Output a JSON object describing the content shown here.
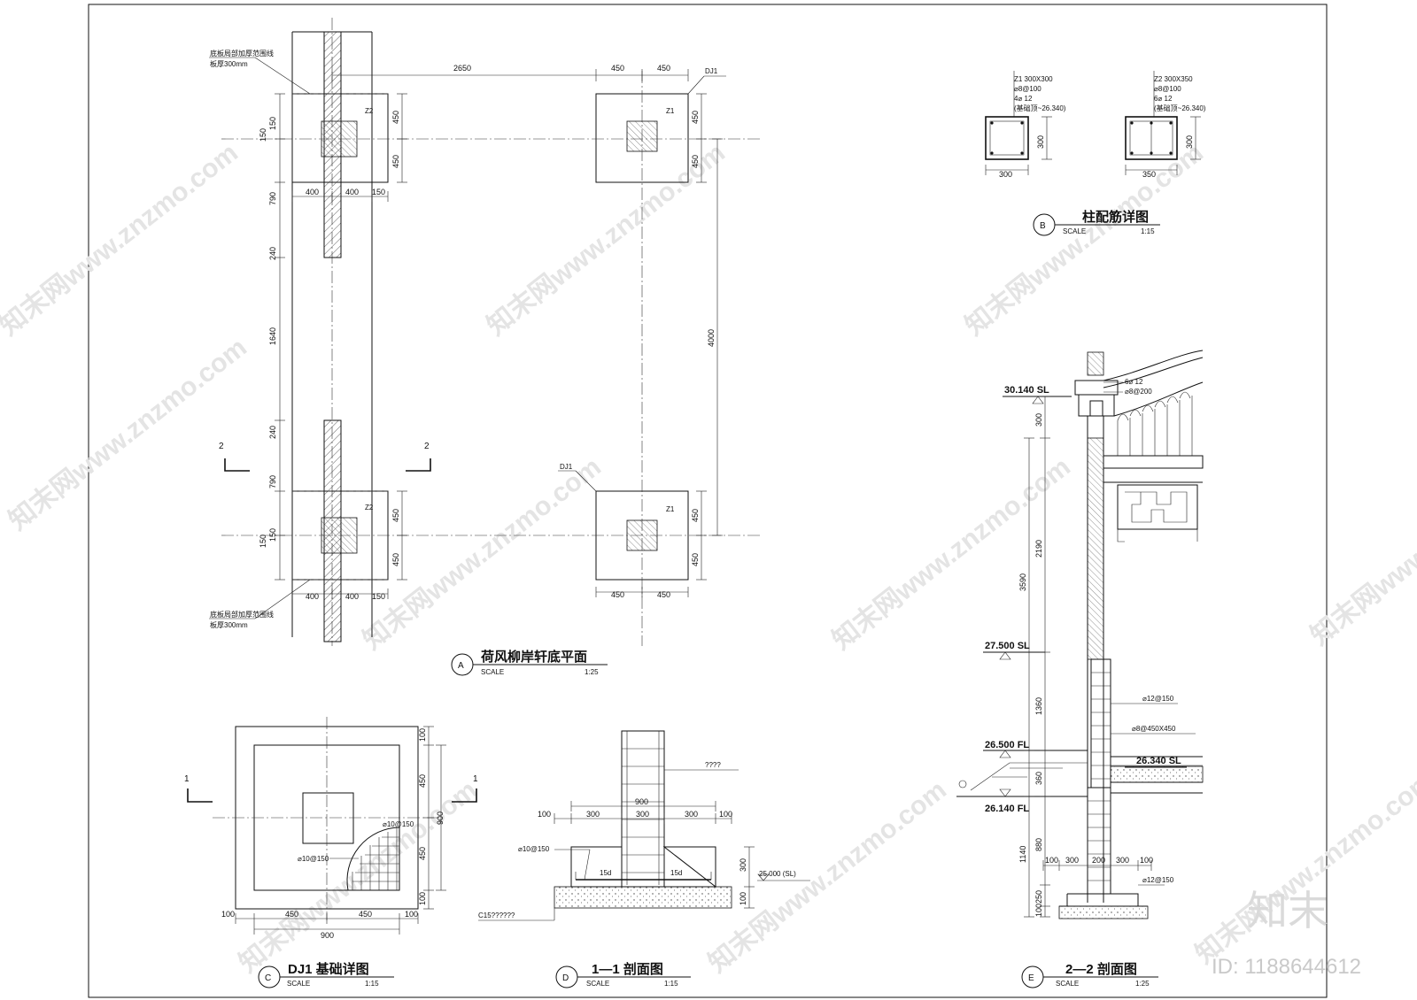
{
  "watermark": {
    "text": "知末网www.znzmo.com",
    "brand": "知末",
    "id_label": "ID: 1188644612"
  },
  "plan_a": {
    "marker": "A",
    "title": "荷风柳岸轩底平面",
    "scale_word": "SCALE",
    "scale": "1:25",
    "note_top_1": "底板局部加厚范围线",
    "note_top_2": "板厚300mm",
    "note_bottom_1": "底板局部加厚范围线",
    "note_bottom_2": "板厚300mm",
    "dj1": "DJ1",
    "z1": "Z1",
    "z2": "Z2",
    "cut": "2",
    "d_2650": "2650",
    "d_450": "450",
    "d_400": "400",
    "d_150": "150",
    "d_790": "790",
    "d_240": "240",
    "d_1640": "1640",
    "d_4000": "4000"
  },
  "detail_b": {
    "marker": "B",
    "title": "柱配筋详图",
    "scale_word": "SCALE",
    "scale": "1:15",
    "z1_head": "Z1  300X300",
    "z1_l1": "⌀8@100",
    "z1_l2": "4⌀  12",
    "z1_l3": "(基础顶~26.340)",
    "z2_head": "Z2  300X350",
    "z2_l1": "⌀8@100",
    "z2_l2": "6⌀  12",
    "z2_l3": "(基础顶~26.340)",
    "d_300": "300",
    "d_350": "350"
  },
  "detail_c": {
    "marker": "C",
    "title": "DJ1 基础详图",
    "scale_word": "SCALE",
    "scale": "1:15",
    "rebar_a": "⌀10@150",
    "rebar_b": "⌀10@150",
    "cut": "1",
    "d_100": "100",
    "d_450": "450",
    "d_900": "900"
  },
  "detail_d": {
    "marker": "D",
    "title": "1—1 剖面图",
    "scale_word": "SCALE",
    "scale": "1:15",
    "note_q": "????",
    "rebar": "⌀10@150",
    "anchor": "15d",
    "level": "25.000 (SL)",
    "cushion": "C15??????",
    "d_100": "100",
    "d_300": "300",
    "d_900": "900"
  },
  "section_e": {
    "marker": "E",
    "title": "2—2 剖面图",
    "scale_word": "SCALE",
    "scale": "1:25",
    "lvl_30140": "30.140 SL",
    "lvl_27500": "27.500 SL",
    "lvl_26500": "26.500 FL",
    "lvl_26340": "26.340 SL",
    "lvl_26140": "26.140 FL",
    "rebar_top_1": "6⌀  12",
    "rebar_top_2": "⌀8@200",
    "rebar_mid_1": "⌀12@150",
    "rebar_mid_2": "⌀8@450X450",
    "rebar_bot": "⌀12@150",
    "d_300": "300",
    "d_2190": "2190",
    "d_3590": "3590",
    "d_1360": "1360",
    "d_360": "360",
    "d_880": "880",
    "d_1140": "1140",
    "d_250": "250",
    "d_100": "100",
    "d_200": "200"
  },
  "colors": {
    "line": "#111111",
    "watermark": "#e4e4e4"
  }
}
